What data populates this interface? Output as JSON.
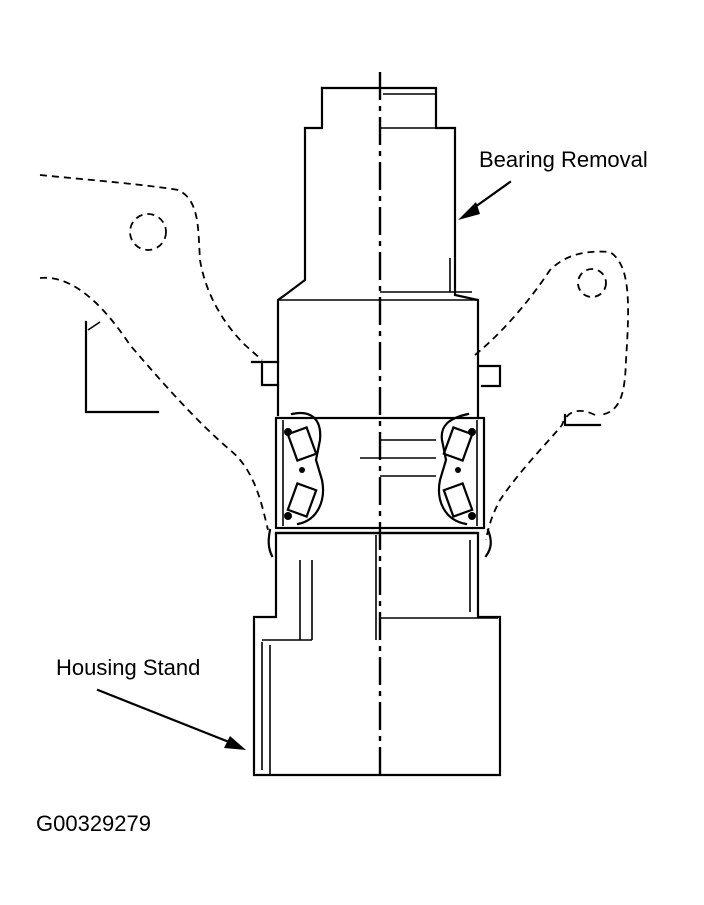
{
  "labels": {
    "bearing_removal": "Bearing Removal",
    "housing_stand": "Housing Stand",
    "figure_id": "G00329279"
  }
}
